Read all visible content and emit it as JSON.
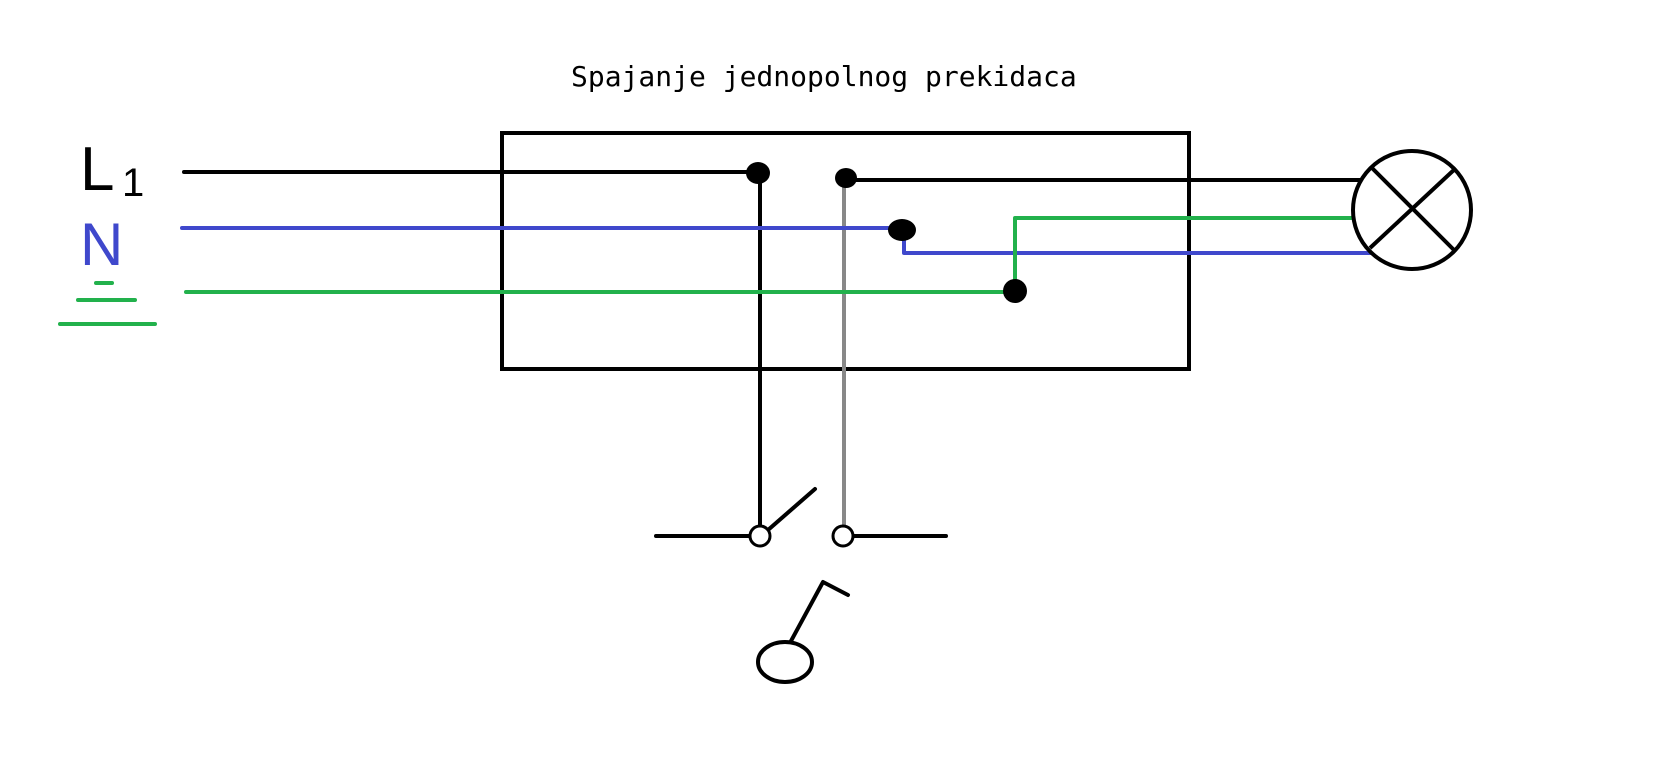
{
  "title": "Spajanje jednopolnog prekidaca",
  "labels": {
    "line": "L",
    "line_subscript": "1",
    "neutral": "N"
  },
  "colors": {
    "line": "#000000",
    "neutral": "#3f48cc",
    "ground": "#22b14c",
    "switch_return": "#888888",
    "background": "#ffffff"
  },
  "icons": {
    "ground": "ground-symbol-icon",
    "lamp": "lamp-icon",
    "switch": "single-pole-switch-icon",
    "actuator": "switch-actuator-icon"
  }
}
